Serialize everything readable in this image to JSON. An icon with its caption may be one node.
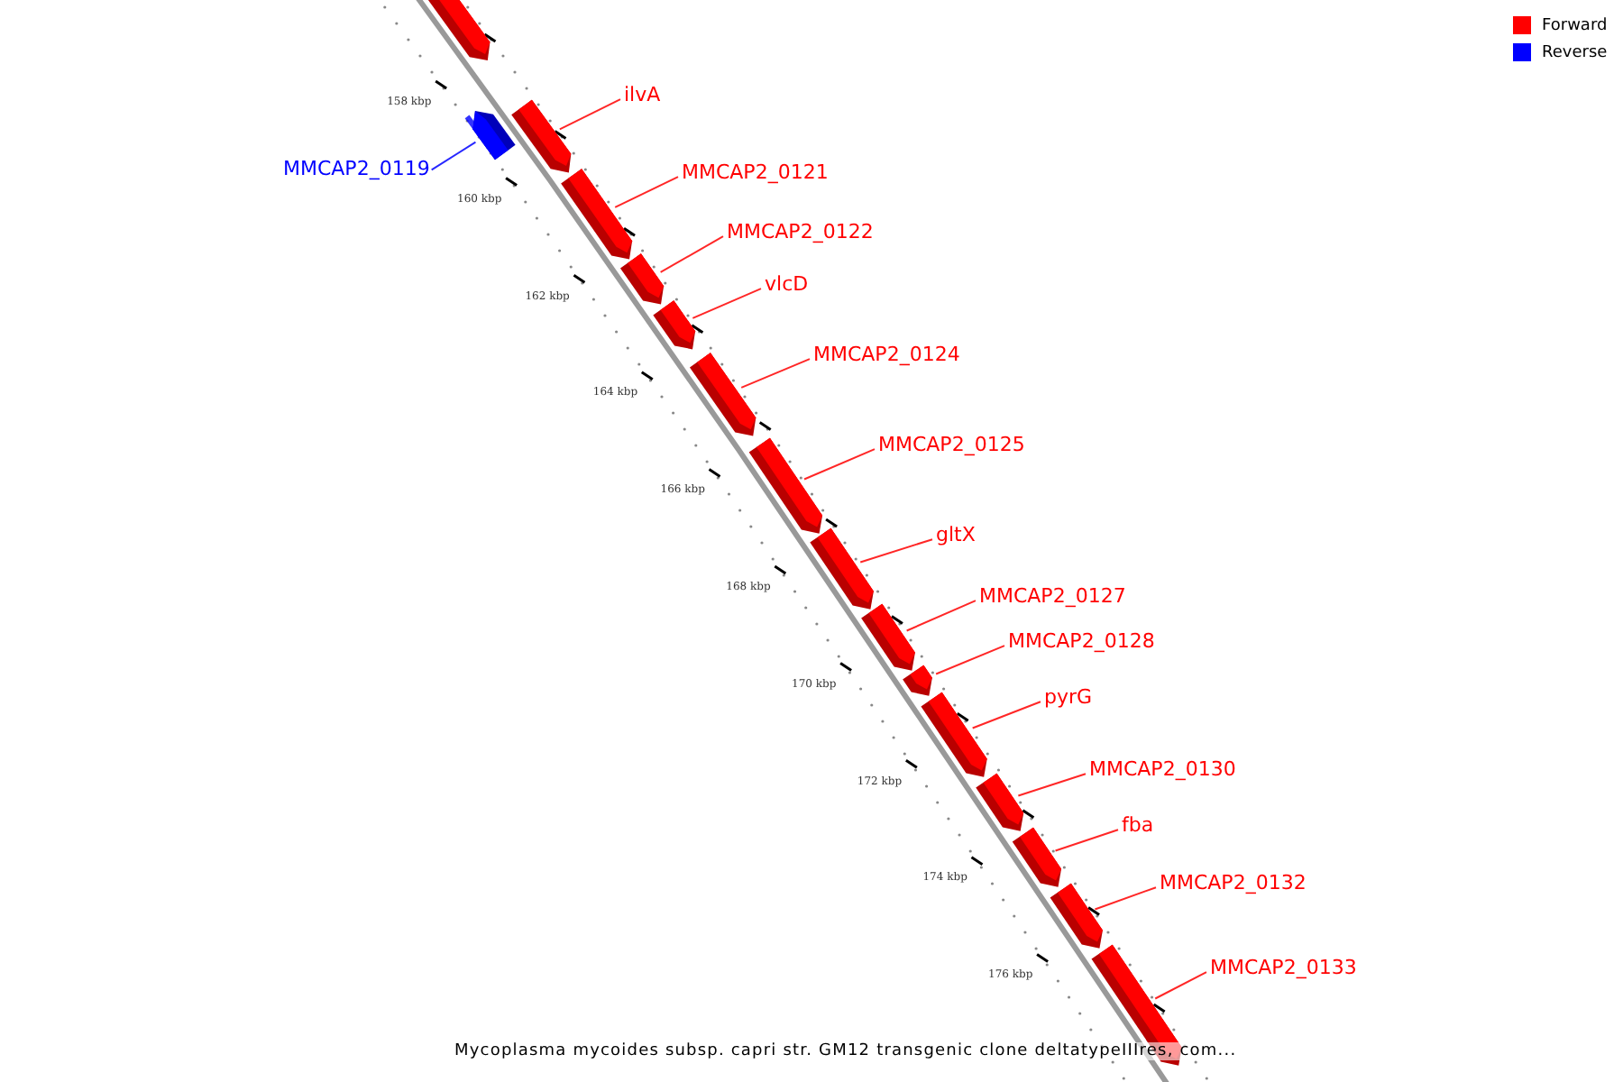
{
  "diagram": {
    "caption": "Mycoplasma mycoides subsp. capri str. GM12 transgenic clone deltatypeIIIres, com...",
    "nodes": [
      {
        "text": [],
        "shape": "bar"
      },
      {
        "text": [
          "MMCAP2_0119"
        ]
      },
      {
        "text": [],
        "shape": "bar"
      },
      {
        "text": [
          "ilvA"
        ]
      },
      {
        "text": [],
        "shape": "bar"
      },
      {
        "text": [
          "MMCAP2_0121"
        ]
      },
      {
        "text": [],
        "shape": "bar"
      },
      {
        "text": [
          "MMCAP2_0122"
        ]
      },
      {
        "text": [],
        "shape": "bar"
      },
      {
        "text": [
          "vlcD"
        ]
      },
      {
        "text": [],
        "shape": "bar"
      },
      {
        "text": [
          "MMCAP2_0124"
        ]
      },
      {
        "text": [],
        "shape": "bar"
      },
      {
        "text": [
          "MMCAP2_0125"
        ]
      },
      {
        "text": [],
        "shape": "bar"
      },
      {
        "text": [
          "gltX"
        ]
      },
      {
        "text": [],
        "shape": "bar"
      },
      {
        "text": [
          "MMCAP2_0127"
        ]
      },
      {
        "text": [],
        "shape": "bar"
      },
      {
        "text": [
          "MMCAP2_0128"
        ]
      },
      {
        "text": [],
        "shape": "bar"
      },
      {
        "text": [
          "pyrG"
        ]
      },
      {
        "text": [],
        "shape": "bar"
      },
      {
        "text": [
          "MMCAP2_0130"
        ]
      },
      {
        "text": [],
        "shape": "bar"
      },
      {
        "text": [
          "fba"
        ]
      },
      {
        "text": [],
        "shape": "bar"
      },
      {
        "text": [
          "MMCAP2_0132"
        ]
      },
      {
        "text": [],
        "shape": "bar"
      },
      {
        "text": [
          "MMCAP2_0133"
        ]
      },
      {
        "text": [],
        "shape": "bar"
      }
    ],
    "edges": [
      {
        "from": 1,
        "to": 2,
        "arrow": "none",
        "color": "#0000ff"
      },
      {
        "from": 3,
        "to": 4,
        "arrow": "none"
      },
      {
        "from": 5,
        "to": 6,
        "arrow": "none"
      },
      {
        "from": 7,
        "to": 8,
        "arrow": "none"
      },
      {
        "from": 9,
        "to": 10,
        "arrow": "none"
      },
      {
        "from": 11,
        "to": 12,
        "arrow": "none"
      },
      {
        "from": 13,
        "to": 14,
        "arrow": "none"
      },
      {
        "from": 15,
        "to": 16,
        "arrow": "none"
      },
      {
        "from": 17,
        "to": 18,
        "arrow": "none"
      },
      {
        "from": 19,
        "to": 20,
        "arrow": "none"
      },
      {
        "from": 21,
        "to": 22,
        "arrow": "none"
      },
      {
        "from": 23,
        "to": 24,
        "arrow": "none"
      },
      {
        "from": 25,
        "to": 26,
        "arrow": "none"
      },
      {
        "from": 27,
        "to": 28,
        "arrow": "none"
      },
      {
        "from": 29,
        "to": 30,
        "arrow": "none"
      }
    ],
    "labels": [
      "158 kbp",
      "160 kbp",
      "162 kbp",
      "164 kbp",
      "166 kbp",
      "168 kbp",
      "170 kbp",
      "172 kbp",
      "174 kbp",
      "176 kbp"
    ],
    "legend": [
      {
        "text": "Forward",
        "color": "#ff0000"
      },
      {
        "text": "Reverse",
        "color": "#0000ff"
      }
    ]
  }
}
